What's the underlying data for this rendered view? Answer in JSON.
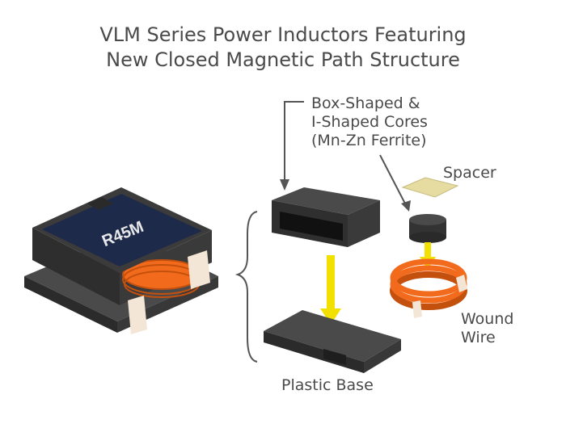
{
  "title": {
    "line1": "VLM Series Power Inductors Featuring",
    "line2": "New Closed Magnetic Path Structure"
  },
  "product_marking": "R45M",
  "labels": {
    "cores": [
      "Box-Shaped &",
      "I-Shaped Cores",
      "(Mn-Zn Ferrite)"
    ],
    "spacer": "Spacer",
    "wound_wire": [
      "Wound",
      "Wire"
    ],
    "plastic_base": "Plastic Base"
  },
  "colors": {
    "ferrite": "#3b3b3b",
    "ferrite_dark": "#2a2a2a",
    "top_plate": "#1e2a4a",
    "copper_wire": "#f26a1b",
    "spacer": "#e6dba0",
    "arrow_yellow": "#f2e000",
    "terminal": "#f3e6d6",
    "text": "#4a4a4a"
  }
}
